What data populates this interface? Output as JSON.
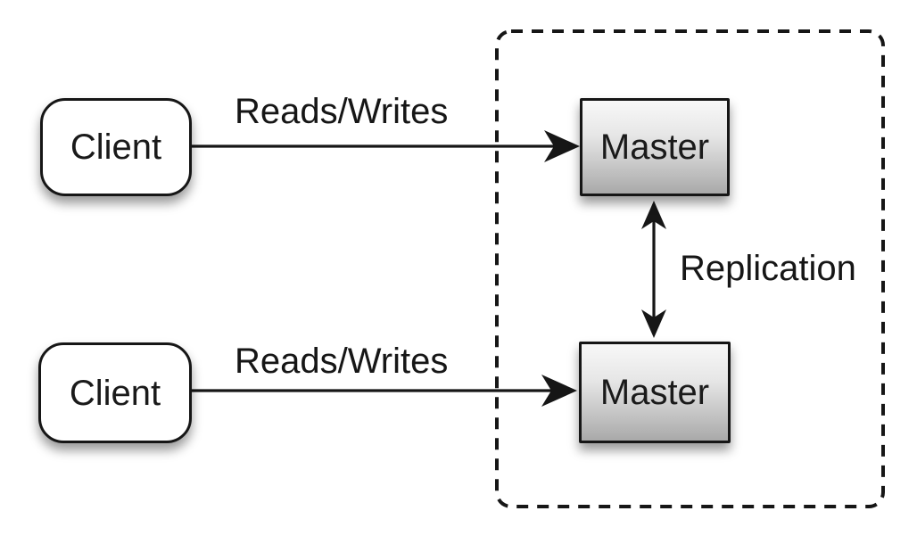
{
  "diagram": {
    "nodes": [
      {
        "id": "client-top",
        "label": "Client"
      },
      {
        "id": "master-top",
        "label": "Master"
      },
      {
        "id": "client-bottom",
        "label": "Client"
      },
      {
        "id": "master-bottom",
        "label": "Master"
      }
    ],
    "edges": [
      {
        "id": "reads-writes-top",
        "label": "Reads/Writes",
        "from": "client-top",
        "to": "master-top",
        "arrow": "single"
      },
      {
        "id": "reads-writes-bottom",
        "label": "Reads/Writes",
        "from": "client-bottom",
        "to": "master-bottom",
        "arrow": "single"
      },
      {
        "id": "replication",
        "label": "Replication",
        "from": "master-top",
        "to": "master-bottom",
        "arrow": "double"
      }
    ],
    "boundary": {
      "style": "dashed",
      "contains": [
        "master-top",
        "master-bottom"
      ]
    },
    "colors": {
      "background": "#ffffff",
      "stroke": "#161616",
      "text": "#1a1a1a",
      "client_fill": "#ffffff",
      "master_gradient_top": "#f8f8f8",
      "master_gradient_bottom": "#a9a9a9"
    }
  }
}
